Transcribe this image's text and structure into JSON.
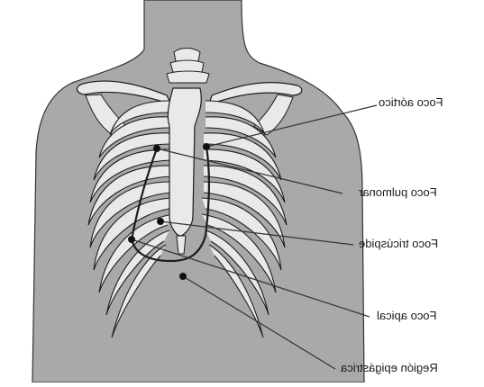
{
  "labels": {
    "foco_aortico": "Foco aórtico",
    "foco_pulmonar": "Foco pulmonar",
    "foco_tricuspide": "Foco tricúspide",
    "foco_apical": "Foco apical",
    "region_epigastrica": "Región epigástrica"
  },
  "colors": {
    "background": "#ffffff",
    "torso": "#a9a9a9",
    "bone": "#e9e9e9",
    "outline": "#1c1c1c",
    "leader": "#333333"
  }
}
